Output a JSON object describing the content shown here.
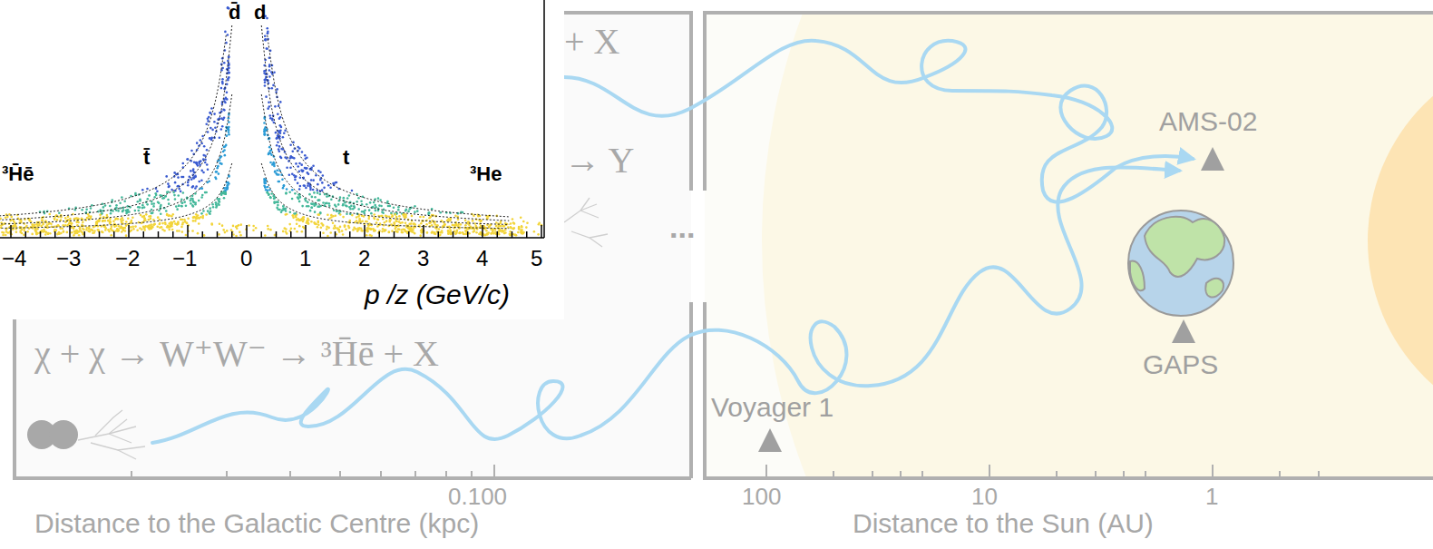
{
  "diagram": {
    "labels": [
      "d̄",
      "d",
      "³H̄ē",
      "t̄",
      "t",
      "³He",
      "−4",
      "−3",
      "−2",
      "−1",
      "0",
      "1",
      "2",
      "3",
      "4",
      "5",
      "p /z (GeV/c)",
      "+ X",
      "→ Y",
      "χ + χ → W⁺W⁻ → ³H̄ē + X",
      "0.100",
      "Distance to the Galactic Centre (kpc)",
      "...",
      "AMS-02",
      "GAPS",
      "Voyager 1",
      "100",
      "10",
      "1",
      "Distance to the Sun (AU)"
    ]
  }
}
